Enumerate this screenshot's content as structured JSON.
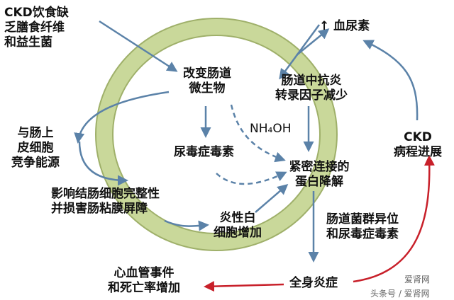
{
  "labels": {
    "ckd_diet_line1": "CKD饮食缺",
    "ckd_diet_line2": "乏膳食纤维",
    "ckd_diet_line3": "和益生菌",
    "gut_microbe_line1": "改变肠道",
    "gut_microbe_line2": "微生物",
    "urea_up": "↑ 血尿素",
    "anti_inflam_line1": "肠道中抗炎",
    "anti_inflam_line2": "转录因子减少",
    "compete_line1": "与肠上",
    "compete_line2": "皮细胞",
    "compete_line3": "竞争能源",
    "nh4oh": "NH₄OH",
    "uremic_toxin": "尿毒症毒素",
    "tight_junction_line1": "紧密连接的",
    "tight_junction_line2": "蛋白降解",
    "ckd_progress_line1": "CKD",
    "ckd_progress_line2": "病程进展",
    "colon_integrity_line1": "影响结肠细胞完整性",
    "colon_integrity_line2": "并损害肠粘膜屏障",
    "inflam_cells_line1": "炎性白",
    "inflam_cells_line2": "细胞增加",
    "translocation_line1": "肠道菌群异位",
    "translocation_line2": "和尿毒症毒素",
    "systemic_inflam": "全身炎症",
    "cardio_line1": "心血管事件",
    "cardio_line2": "和死亡率增加"
  },
  "watermark": {
    "source": "头条号 / 爱肾网",
    "logo": "爱肾网"
  },
  "colors": {
    "ring": "#c9d89a",
    "ring_edge": "#9fb06a",
    "arrow_blue": "#5b82a8",
    "arrow_red": "#c8202a",
    "text": "#111111"
  }
}
